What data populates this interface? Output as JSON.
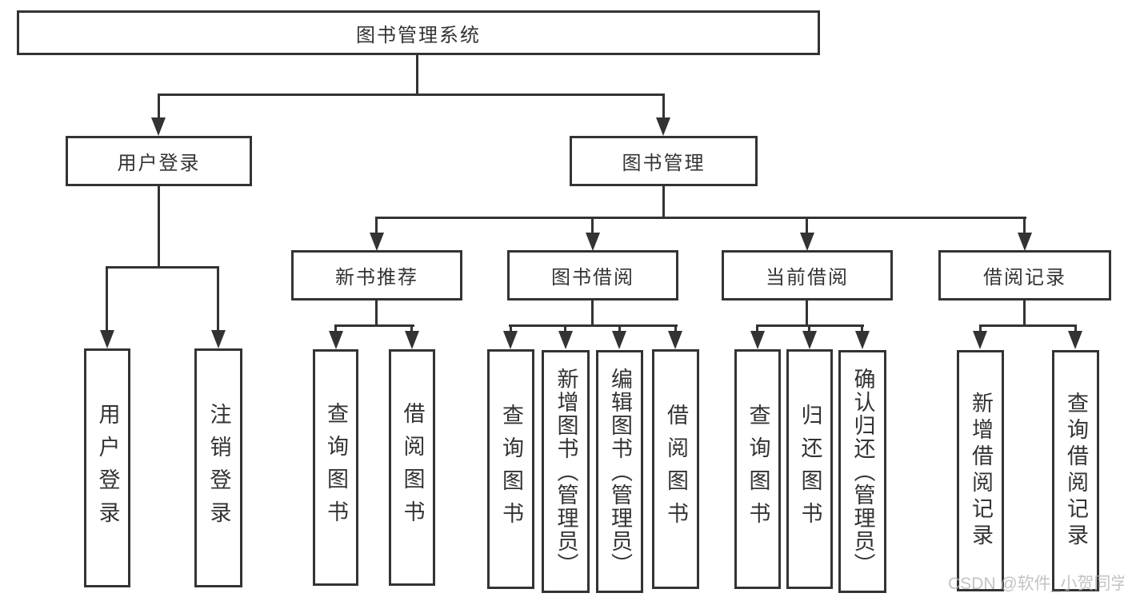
{
  "diagram": {
    "root": {
      "label": "图书管理系统"
    },
    "level1": [
      {
        "label": "用户登录"
      },
      {
        "label": "图书管理"
      }
    ],
    "level2": [
      {
        "label": "新书推荐"
      },
      {
        "label": "图书借阅"
      },
      {
        "label": "当前借阅"
      },
      {
        "label": "借阅记录"
      }
    ],
    "leaves": {
      "user_login": [
        {
          "label": "用户登录"
        },
        {
          "label": "注销登录"
        }
      ],
      "new_book": [
        {
          "label": "查询图书"
        },
        {
          "label": "借阅图书"
        }
      ],
      "book_borrow": [
        {
          "label": "查询图书"
        },
        {
          "label": "新增图书（管理员）"
        },
        {
          "label": "编辑图书（管理员）"
        },
        {
          "label": "借阅图书"
        }
      ],
      "current_borrow": [
        {
          "label": "查询图书"
        },
        {
          "label": "归还图书"
        },
        {
          "label": "确认归还（管理员）"
        }
      ],
      "borrow_records": [
        {
          "label": "新增借阅记录"
        },
        {
          "label": "查询借阅记录"
        }
      ]
    }
  },
  "watermark": {
    "text": "CSDN @软件_小贺同学"
  },
  "colors": {
    "line": "#333333",
    "text": "#333333",
    "box_background": "#ffffff",
    "page_background": "#ffffff",
    "watermark": "#b5b5b5"
  }
}
